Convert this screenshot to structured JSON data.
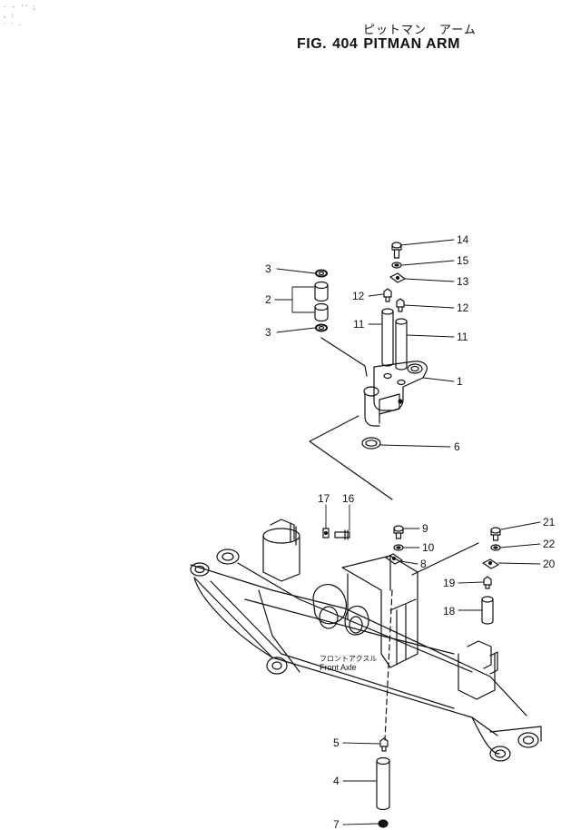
{
  "figure": {
    "title_jp": "ピットマン　アーム",
    "fig_prefix": "FIG.",
    "fig_number": "404",
    "title_en": "PITMAN ARM"
  },
  "corner_marks": [
    "- ・ '' ;",
    ", :",
    "- -  ."
  ],
  "axle_label": {
    "jp": "フロントアクスル",
    "en": "Front Axle"
  },
  "callouts": [
    {
      "id": "c14",
      "text": "14"
    },
    {
      "id": "c15",
      "text": "15"
    },
    {
      "id": "c13",
      "text": "13"
    },
    {
      "id": "c12a",
      "text": "12"
    },
    {
      "id": "c12b",
      "text": "12"
    },
    {
      "id": "c3a",
      "text": "3"
    },
    {
      "id": "c2",
      "text": "2"
    },
    {
      "id": "c3b",
      "text": "3"
    },
    {
      "id": "c11a",
      "text": "11"
    },
    {
      "id": "c11b",
      "text": "11"
    },
    {
      "id": "c1",
      "text": "1"
    },
    {
      "id": "c6",
      "text": "6"
    },
    {
      "id": "c17",
      "text": "17"
    },
    {
      "id": "c16",
      "text": "16"
    },
    {
      "id": "c9",
      "text": "9"
    },
    {
      "id": "c10",
      "text": "10"
    },
    {
      "id": "c8",
      "text": "8"
    },
    {
      "id": "c21",
      "text": "21"
    },
    {
      "id": "c22",
      "text": "22"
    },
    {
      "id": "c20",
      "text": "20"
    },
    {
      "id": "c19",
      "text": "19"
    },
    {
      "id": "c18",
      "text": "18"
    },
    {
      "id": "c5",
      "text": "5"
    },
    {
      "id": "c4",
      "text": "4"
    },
    {
      "id": "c7",
      "text": "7"
    }
  ]
}
